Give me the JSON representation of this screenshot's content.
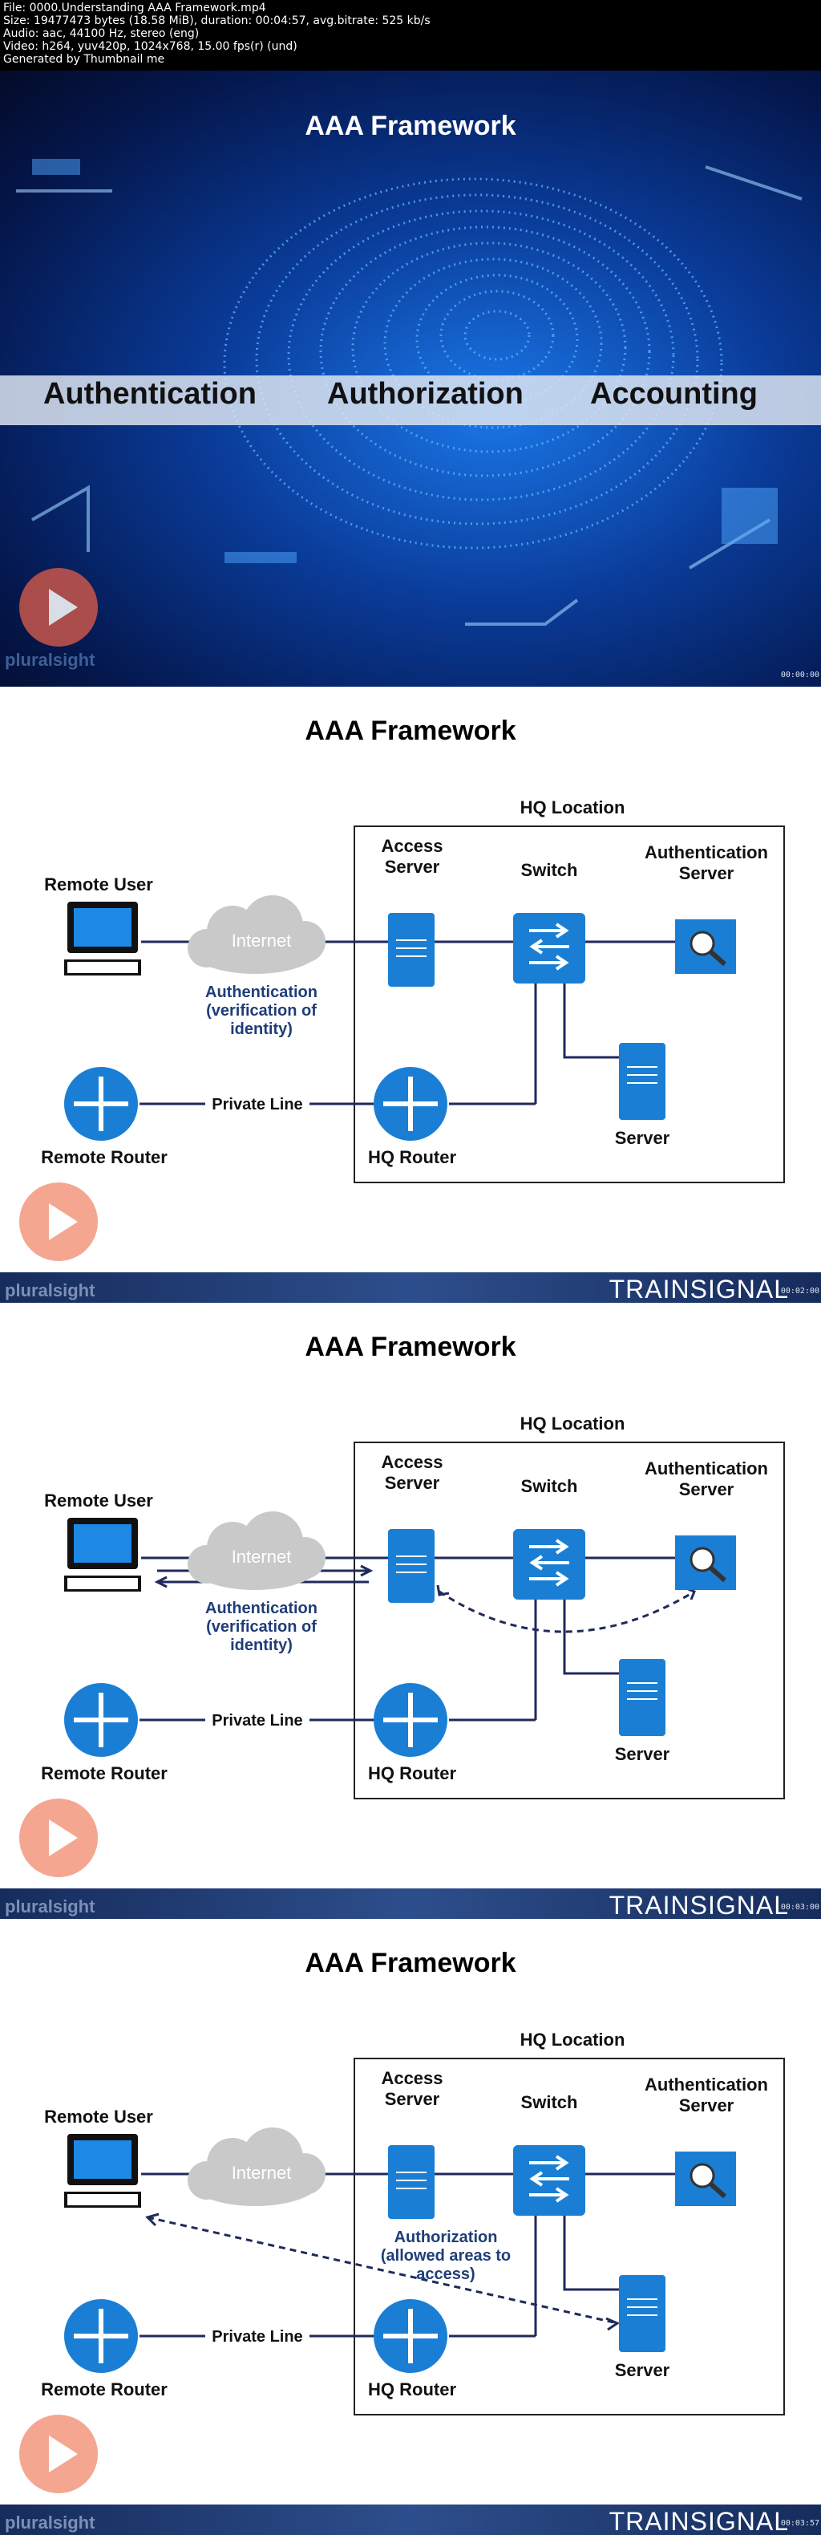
{
  "file_info": {
    "line1": "File: 0000.Understanding AAA Framework.mp4",
    "line2": "Size: 19477473 bytes (18.58 MiB), duration: 00:04:57, avg.bitrate: 525 kb/s",
    "line3": "Audio: aac, 44100 Hz, stereo (eng)",
    "line4": "Video: h264, yuv420p, 1024x768, 15.00 fps(r) (und)",
    "line5": "Generated by Thumbnail me"
  },
  "frame1": {
    "title": "AAA Framework",
    "words": [
      "Authentication",
      "Authorization",
      "Accounting"
    ],
    "brand": "pluralsight",
    "timestamp": "00:00:00"
  },
  "slide": {
    "title": "AAA Framework",
    "hq_location": "HQ Location",
    "access_server": "Access Server",
    "switch": "Switch",
    "auth_server": "Authentication Server",
    "remote_user": "Remote User",
    "internet": "Internet",
    "private_line": "Private Line",
    "remote_router": "Remote Router",
    "hq_router": "HQ Router",
    "server": "Server",
    "brand_left": "pluralsight",
    "brand_right": "TRAINSIGNAL"
  },
  "frame2": {
    "note": "Authentication (verification of identity)",
    "timestamp": "00:02:00"
  },
  "frame3": {
    "note": "Authentication (verification of identity)",
    "timestamp": "00:03:00"
  },
  "frame4": {
    "note": "Authorization (allowed areas to access)",
    "timestamp": "00:03:57"
  }
}
